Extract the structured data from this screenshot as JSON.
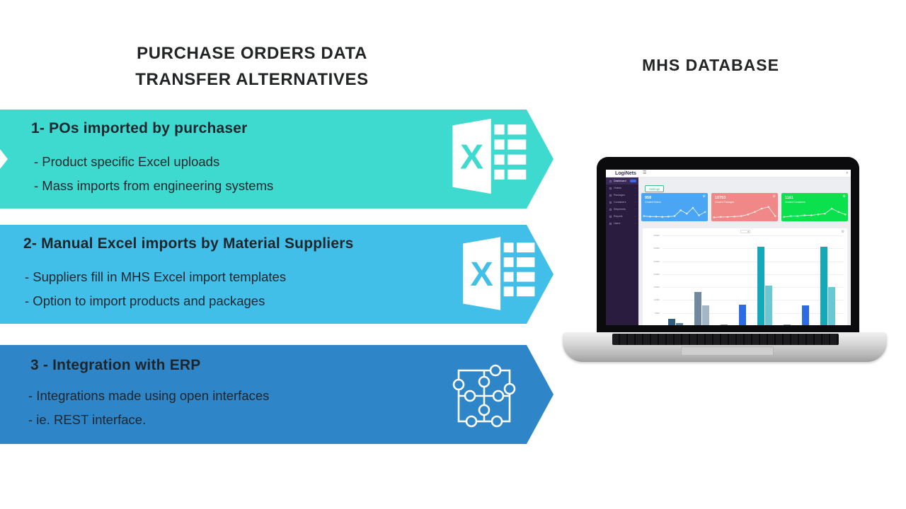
{
  "left_title": {
    "line1": "PURCHASE ORDERS DATA",
    "line2": "TRANSFER ALTERNATIVES"
  },
  "right_title": "MHS DATABASE",
  "banners": [
    {
      "color": "#3EDAD0",
      "heading": "1- POs imported by purchaser",
      "bullets": [
        "- Product specific Excel uploads",
        "- Mass imports from engineering systems"
      ],
      "icon": "excel"
    },
    {
      "color": "#41BFE8",
      "heading": "2- Manual Excel imports by Material Suppliers",
      "bullets": [
        "- Suppliers fill in MHS Excel import templates",
        "- Option to import products and packages"
      ],
      "icon": "excel"
    },
    {
      "color": "#2E86C8",
      "heading": "3 - Integration with ERP",
      "bullets": [
        "- Integrations made using open interfaces",
        "- ie. REST interface."
      ],
      "icon": "puzzle"
    }
  ],
  "icons": {
    "gear": "⚙",
    "hamburger": "☰",
    "chevron": "›",
    "caret": "▾",
    "user": "▾"
  },
  "laptop": {
    "topbar": {
      "logo": "LogiNets"
    },
    "sidebar": {
      "items": [
        {
          "label": "Dashboard",
          "active": true,
          "badge": true
        },
        {
          "label": "Orders"
        },
        {
          "label": "Packages"
        },
        {
          "label": "Containers"
        },
        {
          "label": "Shipments"
        },
        {
          "label": "Reports"
        },
        {
          "label": "Users"
        }
      ]
    },
    "settings_button": "Settings",
    "stat_cards": [
      {
        "value": "958",
        "label": "Created Orders",
        "color": "#4AA6F4"
      },
      {
        "value": "10753",
        "label": "Created Packages",
        "color": "#F08888"
      },
      {
        "value": "1161",
        "label": "Created Containers",
        "color": "#0BE14D"
      }
    ]
  },
  "chart_data": [
    {
      "type": "bar",
      "title": "",
      "xlabel": "",
      "ylabel": "",
      "ylim": [
        0,
        35000
      ],
      "yticks": [
        35000,
        30000,
        25000,
        20000,
        15000,
        10000,
        5000
      ],
      "grid": true,
      "legend": false,
      "groups": [
        {
          "bars": [
            {
              "value": 2500,
              "color": "#2E5F80"
            },
            {
              "value": 700,
              "color": "#5787A8"
            }
          ]
        },
        {
          "bars": [
            {
              "value": 13000,
              "color": "#71899E"
            },
            {
              "value": 7600,
              "color": "#A3B7C6"
            }
          ]
        },
        {
          "bars": [
            {
              "value": 300,
              "color": "#8C9BA5"
            }
          ]
        },
        {
          "bars": [
            {
              "value": 7900,
              "color": "#2D6BE4"
            }
          ]
        },
        {
          "bars": [
            {
              "value": 30500,
              "color": "#14A9B8"
            },
            {
              "value": 15300,
              "color": "#69C8D4"
            }
          ]
        },
        {
          "bars": [
            {
              "value": 300,
              "color": "#8C9BA5"
            }
          ]
        },
        {
          "bars": [
            {
              "value": 7600,
              "color": "#2D6BE4"
            }
          ]
        },
        {
          "bars": [
            {
              "value": 30300,
              "color": "#14A9B8"
            },
            {
              "value": 14700,
              "color": "#69C8D4"
            }
          ]
        }
      ]
    },
    {
      "type": "line",
      "name": "created-orders-sparkline",
      "values": [
        3,
        2.5,
        2.5,
        2,
        2.5,
        3,
        10,
        6,
        13,
        4,
        8
      ],
      "ylim": [
        0,
        14
      ]
    },
    {
      "type": "line",
      "name": "created-packages-sparkline",
      "values": [
        1.5,
        2,
        2,
        2.5,
        3,
        5,
        8,
        12,
        14,
        3
      ],
      "ylim": [
        0,
        14
      ]
    },
    {
      "type": "line",
      "name": "created-containers-sparkline",
      "values": [
        2,
        3,
        3,
        4,
        4,
        5,
        6,
        12,
        8,
        5
      ],
      "ylim": [
        0,
        14
      ]
    }
  ]
}
